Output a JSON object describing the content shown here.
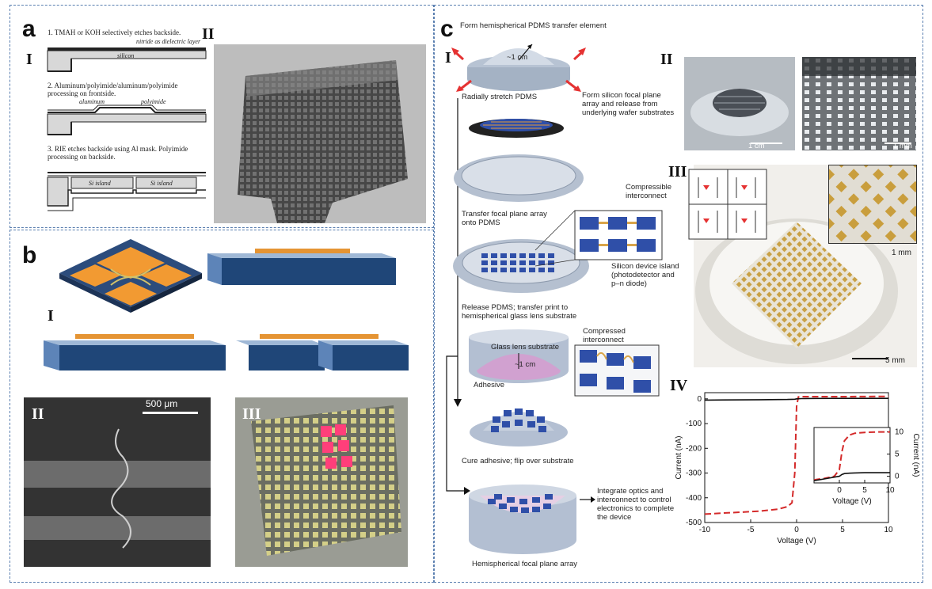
{
  "panels": {
    "a": {
      "letter": "a",
      "sub_I": "I",
      "sub_II": "II",
      "step1": "1. TMAH or KOH selectively etches backside.",
      "nitride_label": "nitride as dielectric layer",
      "silicon_label": "silicon",
      "step2": "2. Aluminum/polyimide/aluminum/polyimide processing on frontside.",
      "aluminum_label": "aluminum",
      "polyimide_label": "polyimide",
      "step3": "3. RIE etches backside using Al mask. Polyimide processing on backside.",
      "si_island_1": "Si island",
      "si_island_2": "Si island"
    },
    "b": {
      "letter": "b",
      "sub_I": "I",
      "sub_II": "II",
      "sub_III": "III",
      "scale_bar": "500 μm"
    },
    "c": {
      "letter": "c",
      "title": "Form hemispherical PDMS transfer element",
      "sub_I": "I",
      "sub_II": "II",
      "sub_III": "III",
      "sub_IV": "IV",
      "dim_1cm_a": "~1 cm",
      "step_stretch": "Radially stretch PDMS",
      "step_form_array": "Form silicon focal plane array and release from underlying wafer substrates",
      "compressible": "Compressible interconnect",
      "step_transfer": "Transfer focal plane array onto PDMS",
      "device_island": "Silicon device island (photodetector and p–n diode)",
      "step_release": "Release PDMS; transfer print to hemispherical glass lens substrate",
      "glass_lens": "Glass lens substrate",
      "dim_1cm_b": "~1 cm",
      "adhesive": "Adhesive",
      "compressed": "Compressed interconnect",
      "step_cure": "Cure adhesive; flip over substrate",
      "step_integrate": "Integrate optics and interconnect to control electronics to complete the device",
      "final_label": "Hemispherical focal plane array",
      "scale_1cm": "1 cm",
      "scale_1mm_a": "1 mm",
      "scale_1mm_b": "1 mm",
      "scale_5mm": "5 mm"
    }
  },
  "colors": {
    "frame": "#5a7fb0",
    "island_blue": "#2f4fa8",
    "orange": "#e8932a",
    "curve_red": "#d42a2a"
  },
  "chart_data": {
    "type": "line",
    "xlabel": "Voltage (V)",
    "ylabel": "Current (nA)",
    "xlim": [
      -10,
      10
    ],
    "ylim": [
      -500,
      25
    ],
    "xticks": [
      -10,
      -5,
      0,
      5,
      10
    ],
    "yticks": [
      0,
      -100,
      -200,
      -300,
      -400,
      -500
    ],
    "x": [
      -10,
      -8,
      -6,
      -4,
      -2,
      -1,
      -0.5,
      -0.2,
      0,
      0.2,
      0.5,
      2,
      5,
      10
    ],
    "series": [
      {
        "style": "dashed-red",
        "values": [
          -466,
          -462,
          -458,
          -454,
          -446,
          -436,
          -420,
          -300,
          -30,
          8,
          9,
          9,
          9,
          10
        ]
      },
      {
        "style": "solid-black",
        "values": [
          -5,
          -4.5,
          -4,
          -3.5,
          -3,
          -2.5,
          -2,
          -1.5,
          0,
          0.5,
          1,
          1.5,
          2,
          2
        ]
      }
    ],
    "inset": {
      "xlabel": "Voltage (V)",
      "ylabel": "Current (nA)",
      "xlim": [
        -5,
        10
      ],
      "ylim": [
        -1.5,
        11
      ],
      "xticks": [
        0,
        5,
        10
      ],
      "yticks": [
        10,
        5,
        0
      ],
      "x": [
        -5,
        -3,
        -1,
        0,
        0.5,
        1,
        2,
        3,
        5,
        8,
        10
      ],
      "series": [
        {
          "style": "dashed-red",
          "values": [
            -0.8,
            -0.5,
            0,
            1.5,
            5.5,
            8,
            9.3,
            9.7,
            9.9,
            10,
            10
          ]
        },
        {
          "style": "solid-black",
          "values": [
            -1,
            -0.6,
            -0.2,
            0,
            0.4,
            0.6,
            0.7,
            0.75,
            0.8,
            0.8,
            0.8
          ]
        }
      ]
    }
  }
}
